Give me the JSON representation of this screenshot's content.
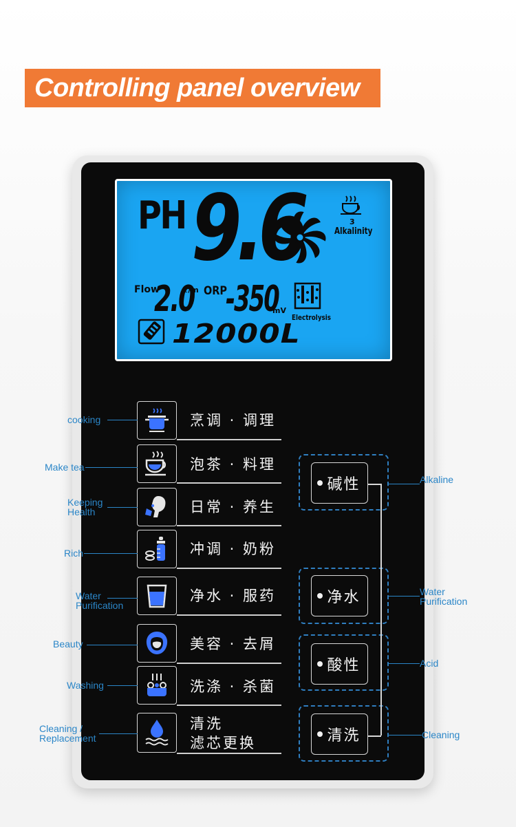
{
  "title": "Controlling panel overview",
  "lcd": {
    "ph_label": "PH",
    "ph_value": "9.6",
    "flow_label": "Flow",
    "flow_value": "2.0",
    "flow_unit": "ℓ/m",
    "orp_label": "ORP",
    "orp_value": "-350",
    "orp_unit": "mV",
    "alkalinity_level": "3",
    "alkalinity_label": "Alkalinity",
    "electrolysis_label": "Electrolysis",
    "filter_total": "12000L"
  },
  "functions": [
    {
      "label": "烹调 · 调理",
      "side_label": "cooking",
      "icon": "cooking-pot-icon"
    },
    {
      "label": "泡茶 · 料理",
      "side_label": "Make tea",
      "icon": "tea-cup-icon"
    },
    {
      "label": "日常 · 养生",
      "side_label_1": "Keeping",
      "side_label_2": "Health",
      "icon": "health-icon"
    },
    {
      "label": "冲调 · 奶粉",
      "side_label": "Rich",
      "icon": "baby-bottle-icon"
    },
    {
      "label": "净水 · 服药",
      "side_label_1": "Water",
      "side_label_2": "Purification",
      "icon": "water-glass-icon"
    },
    {
      "label": "美容 · 去屑",
      "side_label": "Beauty",
      "icon": "beauty-face-icon"
    },
    {
      "label": "洗涤 · 杀菌",
      "side_label": "Washing",
      "icon": "washing-icon"
    },
    {
      "label_1": "清洗",
      "label_2": "滤芯更换",
      "side_label_1": "Cleaning /",
      "side_label_2": "Replacement",
      "icon": "water-drop-icon"
    }
  ],
  "modes": [
    {
      "label": "碱性",
      "side_label": "Alkaline"
    },
    {
      "label": "净水",
      "side_label_1": "Water",
      "side_label_2": "Purification"
    },
    {
      "label": "酸性",
      "side_label": "Acid"
    },
    {
      "label": "清洗",
      "side_label": "Cleaning"
    }
  ],
  "colors": {
    "banner": "#f07a35",
    "lcd": "#1aa5f2",
    "annotation": "#2b86c8",
    "panel": "#0b0b0b"
  }
}
